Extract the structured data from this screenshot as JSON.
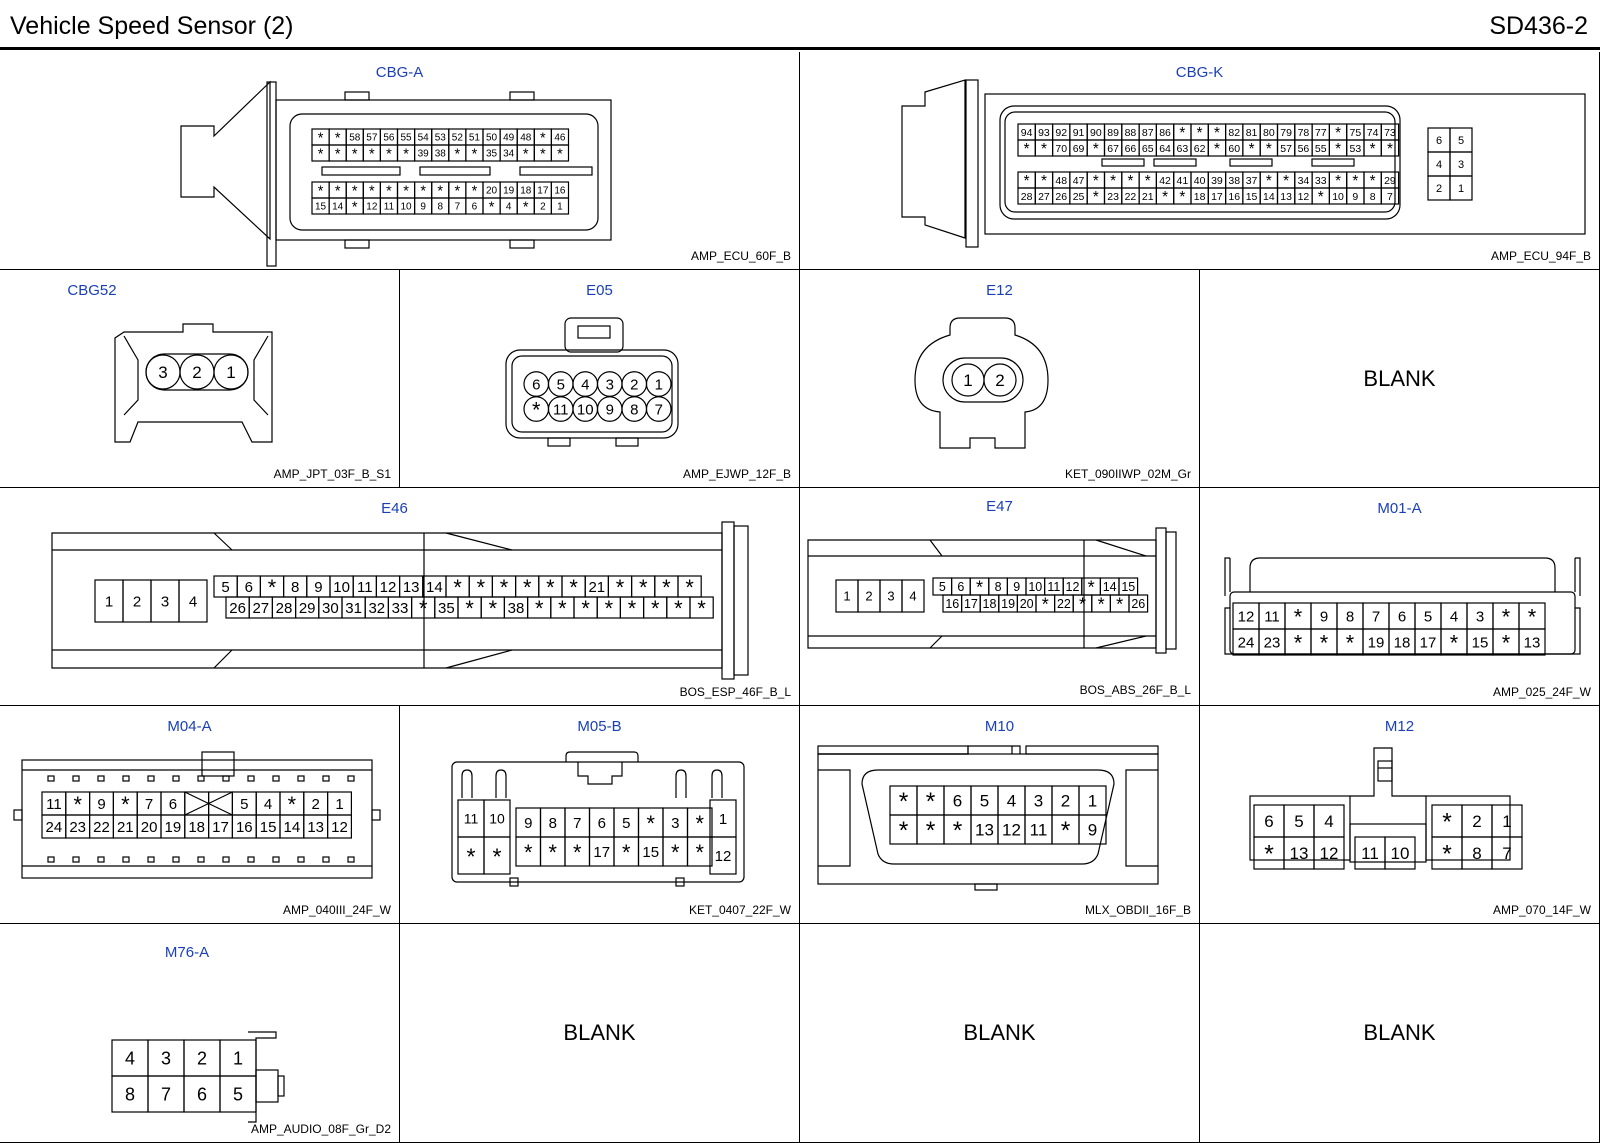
{
  "header": {
    "title": "Vehicle Speed Sensor (2)",
    "code": "SD436-2"
  },
  "connectors": [
    {
      "id": "cbg-a",
      "name": "CBG-A",
      "code": "AMP_ECU_60F_B",
      "rows": [
        [
          "*",
          "*",
          "58",
          "57",
          "56",
          "55",
          "54",
          "53",
          "52",
          "51",
          "50",
          "49",
          "48",
          "*",
          "46"
        ],
        [
          "*",
          "*",
          "*",
          "*",
          "*",
          "*",
          "39",
          "38",
          "*",
          "*",
          "35",
          "34",
          "*",
          "*",
          "*"
        ],
        [
          "*",
          "*",
          "*",
          "*",
          "*",
          "*",
          "*",
          "*",
          "*",
          "*",
          "20",
          "19",
          "18",
          "17",
          "16"
        ],
        [
          "15",
          "14",
          "*",
          "12",
          "11",
          "10",
          "9",
          "8",
          "7",
          "6",
          "*",
          "4",
          "*",
          "2",
          "1"
        ]
      ]
    },
    {
      "id": "cbg-k",
      "name": "CBG-K",
      "code": "AMP_ECU_94F_B",
      "rows": [
        [
          "94",
          "93",
          "92",
          "91",
          "90",
          "89",
          "88",
          "87",
          "86",
          "*",
          "*",
          "*",
          "82",
          "81",
          "80",
          "79",
          "78",
          "77",
          "*",
          "75",
          "74",
          "73"
        ],
        [
          "*",
          "*",
          "70",
          "69",
          "*",
          "67",
          "66",
          "65",
          "64",
          "63",
          "62",
          "*",
          "60",
          "*",
          "*",
          "57",
          "56",
          "55",
          "*",
          "53",
          "*",
          "*"
        ],
        [
          "*",
          "*",
          "48",
          "47",
          "*",
          "*",
          "*",
          "*",
          "42",
          "41",
          "40",
          "39",
          "38",
          "37",
          "*",
          "*",
          "34",
          "33",
          "*",
          "*",
          "*",
          "29"
        ],
        [
          "28",
          "27",
          "26",
          "25",
          "*",
          "23",
          "22",
          "21",
          "*",
          "*",
          "18",
          "17",
          "16",
          "15",
          "14",
          "13",
          "12",
          "*",
          "10",
          "9",
          "8",
          "7"
        ]
      ],
      "side": [
        [
          "6",
          "5"
        ],
        [
          "4",
          "3"
        ],
        [
          "2",
          "1"
        ]
      ]
    },
    {
      "id": "cbg52",
      "name": "CBG52",
      "code": "AMP_JPT_03F_B_S1",
      "rows": [
        [
          "3",
          "2",
          "1"
        ]
      ]
    },
    {
      "id": "e05",
      "name": "E05",
      "code": "AMP_EJWP_12F_B",
      "rows": [
        [
          "6",
          "5",
          "4",
          "3",
          "2",
          "1"
        ],
        [
          "*",
          "11",
          "10",
          "9",
          "8",
          "7"
        ]
      ]
    },
    {
      "id": "e12",
      "name": "E12",
      "code": "KET_090IIWP_02M_Gr",
      "rows": [
        [
          "1",
          "2"
        ]
      ]
    },
    {
      "id": "blank-1",
      "blank": "BLANK"
    },
    {
      "id": "e46",
      "name": "E46",
      "code": "BOS_ESP_46F_B_L",
      "left": [
        "1",
        "2",
        "3",
        "4"
      ],
      "rows": [
        [
          "5",
          "6",
          "*",
          "8",
          "9",
          "10",
          "11",
          "12",
          "13",
          "14",
          "*",
          "*",
          "*",
          "*",
          "*",
          "*",
          "21",
          "*",
          "*",
          "*",
          "*"
        ],
        [
          "26",
          "27",
          "28",
          "29",
          "30",
          "31",
          "32",
          "33",
          "*",
          "35",
          "*",
          "*",
          "38",
          "*",
          "*",
          "*",
          "*",
          "*",
          "*",
          "*",
          "*"
        ]
      ]
    },
    {
      "id": "e47",
      "name": "E47",
      "code": "BOS_ABS_26F_B_L",
      "left": [
        "1",
        "2",
        "3",
        "4"
      ],
      "rows": [
        [
          "5",
          "6",
          "*",
          "8",
          "9",
          "10",
          "11",
          "12",
          "*",
          "14",
          "15"
        ],
        [
          "16",
          "17",
          "18",
          "19",
          "20",
          "*",
          "22",
          "*",
          "*",
          "*",
          "26"
        ]
      ]
    },
    {
      "id": "m01-a",
      "name": "M01-A",
      "code": "AMP_025_24F_W",
      "rows": [
        [
          "12",
          "11",
          "*",
          "9",
          "8",
          "7",
          "6",
          "5",
          "4",
          "3",
          "*",
          "*"
        ],
        [
          "24",
          "23",
          "*",
          "*",
          "*",
          "19",
          "18",
          "17",
          "*",
          "15",
          "*",
          "13"
        ]
      ]
    },
    {
      "id": "m04-a",
      "name": "M04-A",
      "code": "AMP_040III_24F_W",
      "rows": [
        [
          "11",
          "*",
          "9",
          "*",
          "7",
          "6",
          "X",
          "X",
          "5",
          "4",
          "*",
          "2",
          "1"
        ],
        [
          "24",
          "23",
          "22",
          "21",
          "20",
          "19",
          "18",
          "17",
          "16",
          "15",
          "14",
          "13",
          "12"
        ]
      ]
    },
    {
      "id": "m05-b",
      "name": "M05-B",
      "code": "KET_0407_22F_W",
      "rows": [
        [
          "11",
          "10",
          "9",
          "8",
          "7",
          "6",
          "5",
          "*",
          "3",
          "*",
          "1"
        ],
        [
          "*",
          "*",
          "*",
          "*",
          "*",
          "17",
          "*",
          "15",
          "*",
          "*",
          "12"
        ]
      ]
    },
    {
      "id": "m10",
      "name": "M10",
      "code": "MLX_OBDII_16F_B",
      "rows": [
        [
          "*",
          "*",
          "6",
          "5",
          "4",
          "3",
          "2",
          "1"
        ],
        [
          "*",
          "*",
          "*",
          "13",
          "12",
          "11",
          "*",
          "9"
        ]
      ]
    },
    {
      "id": "m12",
      "name": "M12",
      "code": "AMP_070_14F_W",
      "rows": [
        [
          "6",
          "5",
          "4",
          "*",
          "2",
          "1"
        ],
        [
          "*",
          "13",
          "12",
          "11",
          "10",
          "*",
          "8",
          "7"
        ]
      ]
    },
    {
      "id": "m76-a",
      "name": "M76-A",
      "code": "AMP_AUDIO_08F_Gr_D2",
      "rows": [
        [
          "4",
          "3",
          "2",
          "1"
        ],
        [
          "8",
          "7",
          "6",
          "5"
        ]
      ]
    },
    {
      "id": "blank-2",
      "blank": "BLANK"
    },
    {
      "id": "blank-3",
      "blank": "BLANK"
    },
    {
      "id": "blank-4",
      "blank": "BLANK"
    }
  ]
}
